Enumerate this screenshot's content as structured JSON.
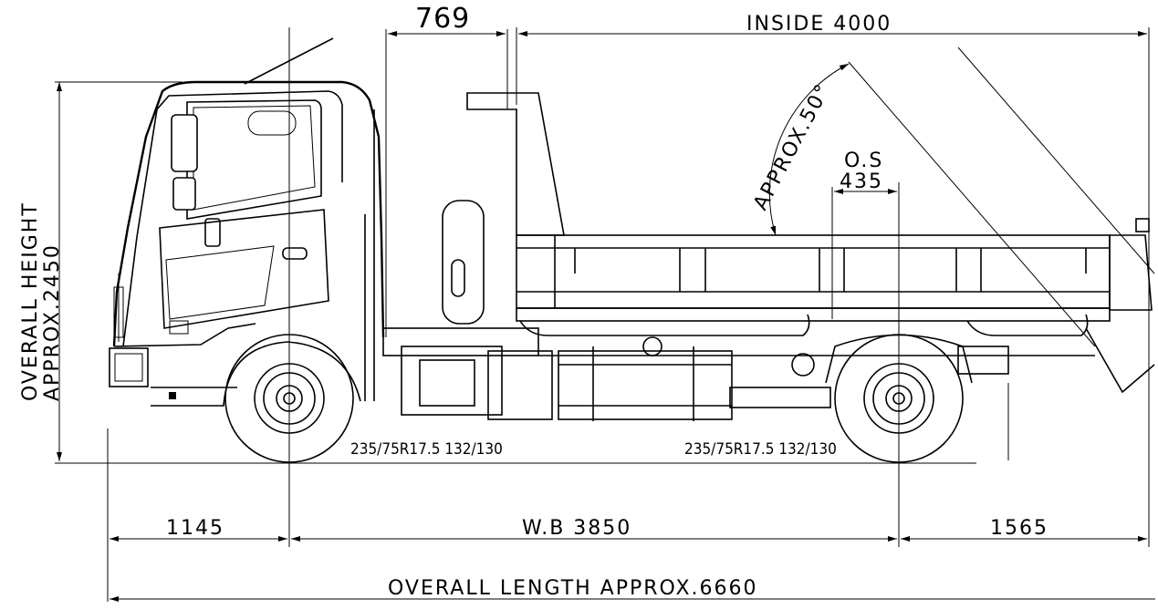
{
  "dimensions": {
    "overall_height": "OVERALL  HEIGHT",
    "overall_height_value": "APPROX.2450",
    "cab_to_body": "769",
    "inside": "INSIDE  4000",
    "dump_angle": "APPROX.50°",
    "os_label": "O.S",
    "os_value": "435",
    "front_overhang": "1145",
    "wheelbase": "W.B  3850",
    "rear_overhang": "1565",
    "overall_length": "OVERALL  LENGTH  APPROX.6660"
  },
  "tires": {
    "front": "235/75R17.5 132/130",
    "rear": "235/75R17.5 132/130"
  }
}
